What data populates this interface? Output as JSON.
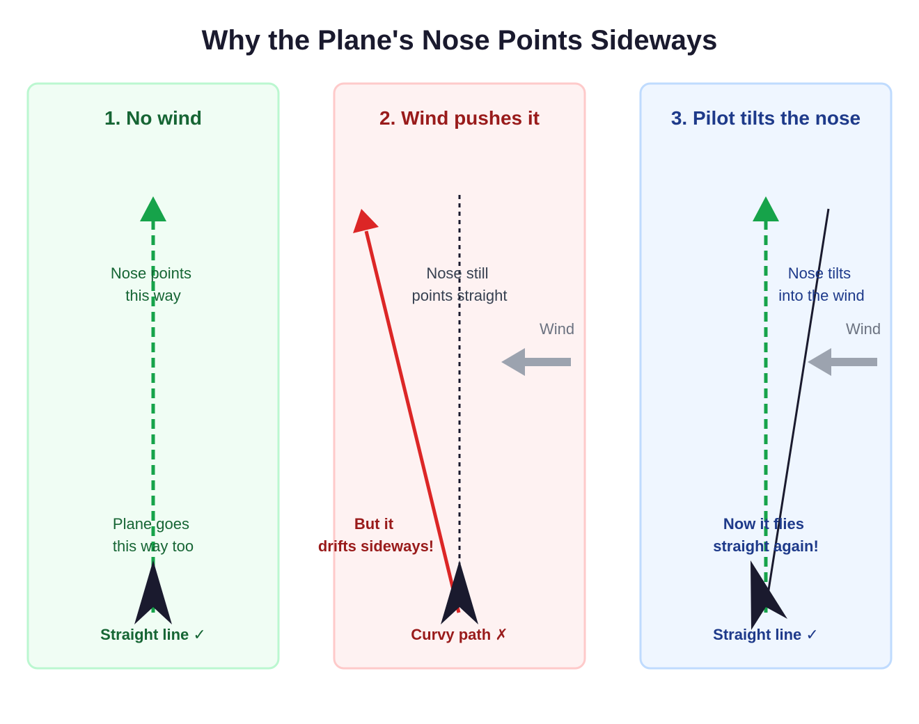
{
  "title": "Why the Plane's Nose Points Sideways",
  "colors": {
    "title": "#1a1a2e",
    "plane": "#1a1a2e",
    "wind": "#9ca3af",
    "wind_label": "#6b7280"
  },
  "panels": [
    {
      "title": "1. No wind",
      "accent": "#166534",
      "fill": "#f0fdf4",
      "border": "#bbf7d0",
      "nose_label": [
        "Nose points",
        "this way"
      ],
      "path_label": [
        "Plane goes",
        "this way too"
      ],
      "footer": "Straight line ✓",
      "path_color": "#16a34a"
    },
    {
      "title": "2. Wind pushes it",
      "accent": "#991b1b",
      "fill": "#fef2f2",
      "border": "#fecaca",
      "nose_label": [
        "Nose still",
        "points straight"
      ],
      "path_label": [
        "But it",
        "drifts sideways!"
      ],
      "footer": "Curvy path ✗",
      "wind_label": "Wind",
      "path_color": "#dc2626",
      "nose_label_color": "#374151"
    },
    {
      "title": "3. Pilot tilts the nose",
      "accent": "#1e3a8a",
      "fill": "#eff6ff",
      "border": "#bfdbfe",
      "nose_label": [
        "Nose tilts",
        "into the wind"
      ],
      "path_label": [
        "Now it flies",
        "straight again!"
      ],
      "footer": "Straight line ✓",
      "wind_label": "Wind",
      "path_color": "#16a34a"
    }
  ]
}
